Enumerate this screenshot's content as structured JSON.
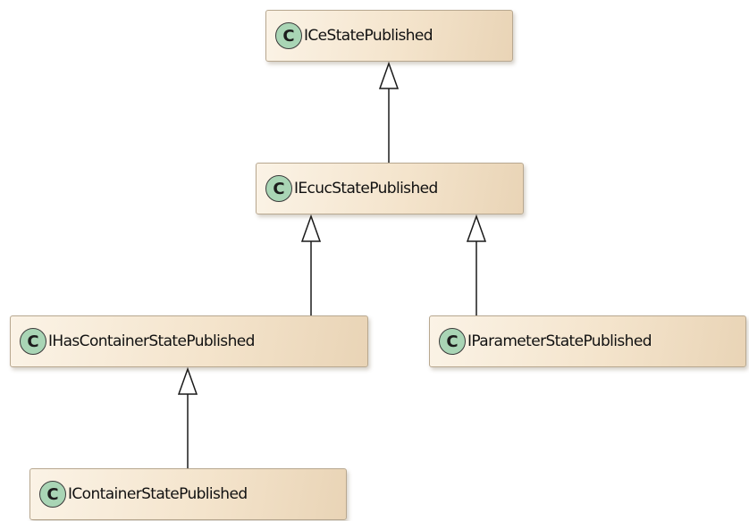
{
  "diagram": {
    "classes": [
      {
        "id": "ice",
        "stereotype": "C",
        "name": "ICeStatePublished"
      },
      {
        "id": "iecuc",
        "stereotype": "C",
        "name": "IEcucStatePublished"
      },
      {
        "id": "ihas",
        "stereotype": "C",
        "name": "IHasContainerStatePublished"
      },
      {
        "id": "iparam",
        "stereotype": "C",
        "name": "IParameterStatePublished"
      },
      {
        "id": "icontain",
        "stereotype": "C",
        "name": "IContainerStatePublished"
      }
    ],
    "generalizations": [
      {
        "child": "iecuc",
        "parent": "ice"
      },
      {
        "child": "ihas",
        "parent": "iecuc"
      },
      {
        "child": "iparam",
        "parent": "iecuc"
      },
      {
        "child": "icontain",
        "parent": "ihas"
      }
    ],
    "colors": {
      "box_fill_light": "#fbf3e6",
      "box_fill_dark": "#e9d4b6",
      "box_border": "#b8a890",
      "stereotype_circle": "#a9d5b5",
      "edge": "#1a1a1a"
    }
  }
}
